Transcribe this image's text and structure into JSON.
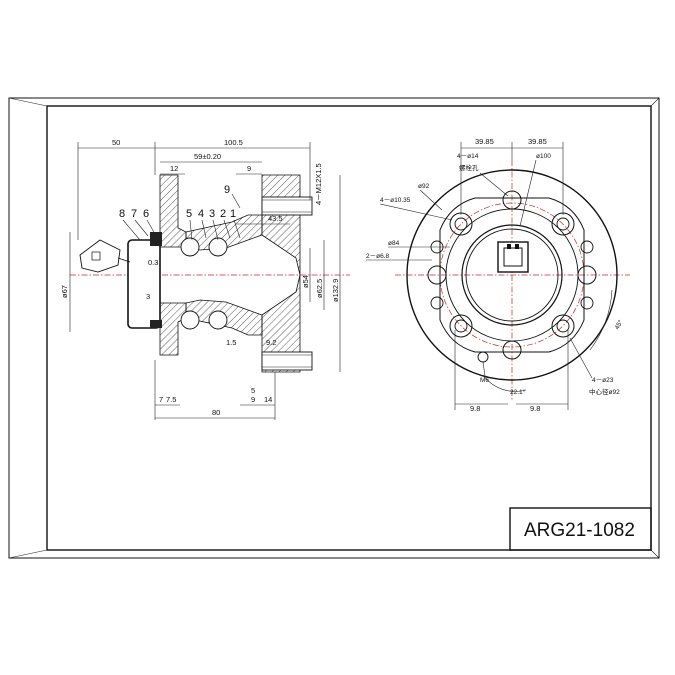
{
  "title_block": {
    "part_number": "ARG21-1082"
  },
  "side_view": {
    "top_dims": {
      "d50": "50",
      "d100_5": "100.5",
      "d59": "59±0.20",
      "d12": "12",
      "d9": "9",
      "d4_m12": "4－M12X1.5",
      "d43_5": "43.5"
    },
    "part_numbers": {
      "n9": "9",
      "n8": "8",
      "n7": "7",
      "n6": "6",
      "n5": "5",
      "n4": "4",
      "n3": "3",
      "n2": "2",
      "n1": "1"
    },
    "small_dims": {
      "d0_3": "0.3",
      "d3": "3",
      "d1_5": "1.5",
      "d9_2": "9.2"
    },
    "vertical_dims": {
      "phi67": "ø67",
      "phi54": "ø54",
      "phi62_5": "ø62.5",
      "phi132_9": "ø132.9"
    },
    "bottom_dims": {
      "d7": "7",
      "d7_5": "7.5",
      "d5": "5",
      "d9b": "9",
      "d14": "14",
      "d80": "80"
    }
  },
  "front_view": {
    "top_dims": {
      "d39_85_left": "39.85",
      "d39_85_right": "39.85"
    },
    "labels": {
      "holes_14": "4－ø14",
      "phi100": "ø100",
      "screw_hole": "螺栓孔",
      "phi92": "ø92",
      "holes_10_35": "4－ø10.35",
      "phi84": "ø84",
      "holes_6_8": "2－ø6.8",
      "m6": "M6",
      "d22_1": "22.1°",
      "angle45": "45°",
      "holes_23": "4－ø23",
      "center_92": "中心径ø92",
      "d9_8_left": "9.8",
      "d9_8_right": "9.8"
    }
  }
}
